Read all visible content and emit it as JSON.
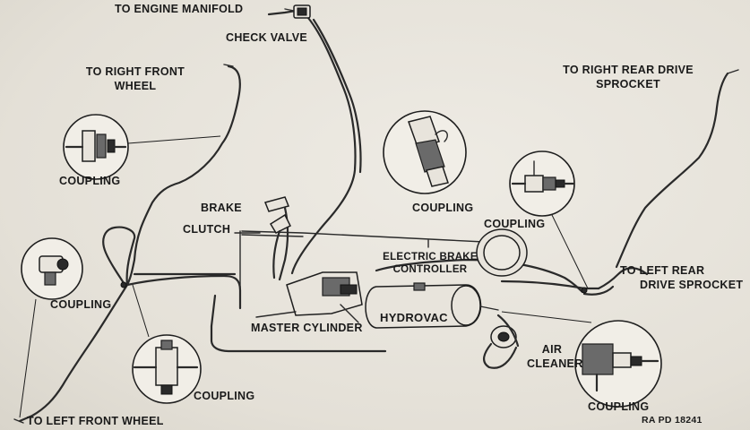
{
  "labels": {
    "engine_manifold": "TO ENGINE MANIFOLD",
    "check_valve": "CHECK VALVE",
    "right_front_wheel_line1": "TO RIGHT FRONT",
    "right_front_wheel_line2": "WHEEL",
    "right_rear_line1": "TO RIGHT REAR DRIVE",
    "right_rear_line2": "SPROCKET",
    "coupling_upper_left": "COUPLING",
    "brake": "BRAKE",
    "clutch": "CLUTCH",
    "coupling_center_top": "COUPLING",
    "coupling_right_upper": "COUPLING",
    "electric_brake_controller_line1": "ELECTRIC BRAKE",
    "electric_brake_controller_line2": "CONTROLLER",
    "coupling_left": "COUPLING",
    "left_rear_line1": "TO LEFT REAR",
    "left_rear_line2": "DRIVE SPROCKET",
    "master_cylinder": "MASTER CYLINDER",
    "hydrovac": "HYDROVAC",
    "air_cleaner_line1": "AIR",
    "air_cleaner_line2": "CLEANER",
    "coupling_bottom_center": "COUPLING",
    "coupling_bottom_right": "COUPLING",
    "left_front_wheel": "TO LEFT FRONT WHEEL",
    "figure_ref": "RA PD 18241"
  },
  "colors": {
    "paper": "#e9e6de",
    "ink": "#1e1e1e"
  }
}
